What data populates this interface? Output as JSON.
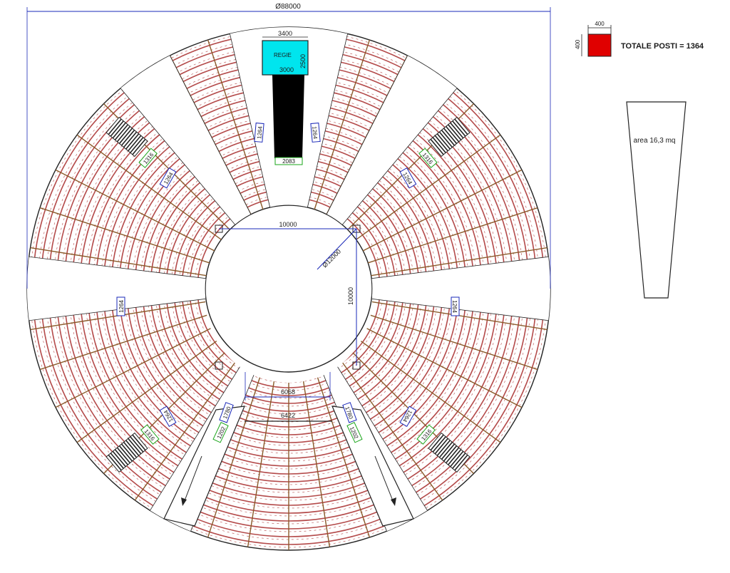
{
  "overall_diameter": "Ø88000",
  "control_booth": {
    "label": "REGIE",
    "width_top": "3400",
    "depth": "2500",
    "width_inner": "3000",
    "bottom_width": "2083"
  },
  "seat_legend": {
    "width": "400",
    "height": "400",
    "total_seats": "TOTALE POSTI = 1364",
    "seat_color": "#e00000"
  },
  "area_legend": {
    "label": "area 16,3 mq"
  },
  "arena": {
    "top_width": "10000",
    "diameter": "Ø12000",
    "side_height": "10000",
    "bottom_inner_width": "6068",
    "bottom_outer_width": "6422"
  },
  "aisle_labels": {
    "top_left": "1264",
    "top_right": "1264",
    "upper_left": "1264",
    "upper_right": "1264",
    "left": "1264",
    "right": "1264",
    "lower_left": "1264",
    "lower_right": "1264",
    "stair_upper_left": "1316",
    "stair_upper_right": "1316",
    "stair_lower_left": "1316",
    "stair_lower_right": "1316",
    "exit_left_a": "1780",
    "exit_left_b": "1202",
    "exit_right_a": "1780",
    "exit_right_b": "1202"
  },
  "colors": {
    "seat_rows": "#b44a4a",
    "aisle_lines": "#8a5a2a",
    "booth": "#00e5ee",
    "dimension_blue": "#1a28b8",
    "dimension_green": "#1aa51a"
  }
}
